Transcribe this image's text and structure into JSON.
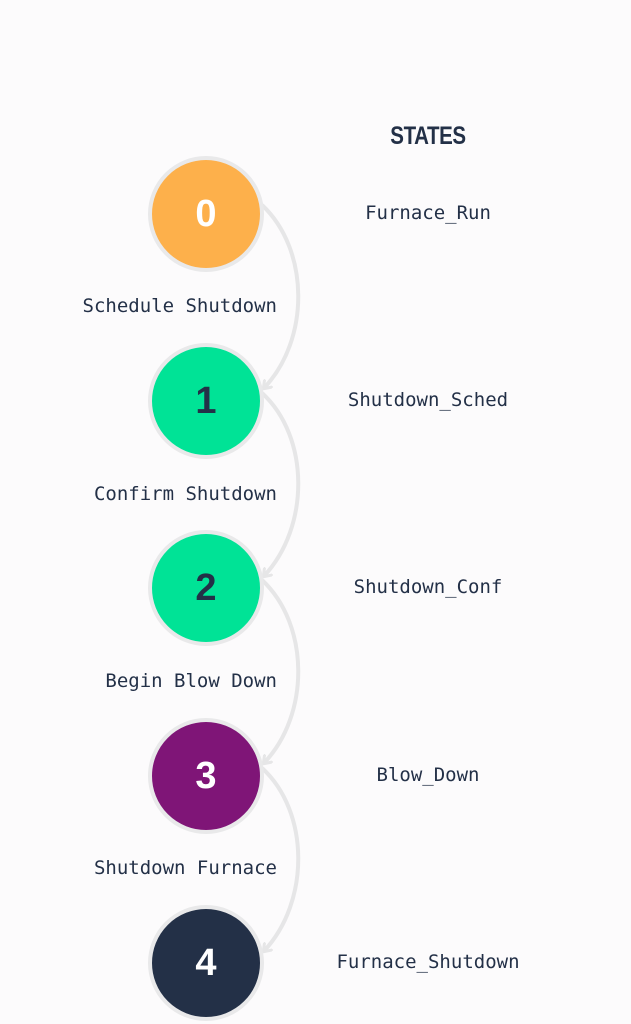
{
  "heading": "STATES",
  "colors": {
    "text": "#233047",
    "ring": "#e9e9ea",
    "arrow": "#e6e6e7"
  },
  "states": [
    {
      "number": "0",
      "name": "Furnace_Run",
      "fill": "#fdb04b",
      "number_color": "#ffffff"
    },
    {
      "number": "1",
      "name": "Shutdown_Sched",
      "fill": "#00e396",
      "number_color": "#233047"
    },
    {
      "number": "2",
      "name": "Shutdown_Conf",
      "fill": "#00e396",
      "number_color": "#233047"
    },
    {
      "number": "3",
      "name": "Blow_Down",
      "fill": "#7f1577",
      "number_color": "#ffffff"
    },
    {
      "number": "4",
      "name": "Furnace_Shutdown",
      "fill": "#233047",
      "number_color": "#ffffff"
    }
  ],
  "transitions": [
    {
      "label": "Schedule Shutdown"
    },
    {
      "label": "Confirm Shutdown"
    },
    {
      "label": "Begin Blow Down"
    },
    {
      "label": "Shutdown Furnace"
    }
  ]
}
